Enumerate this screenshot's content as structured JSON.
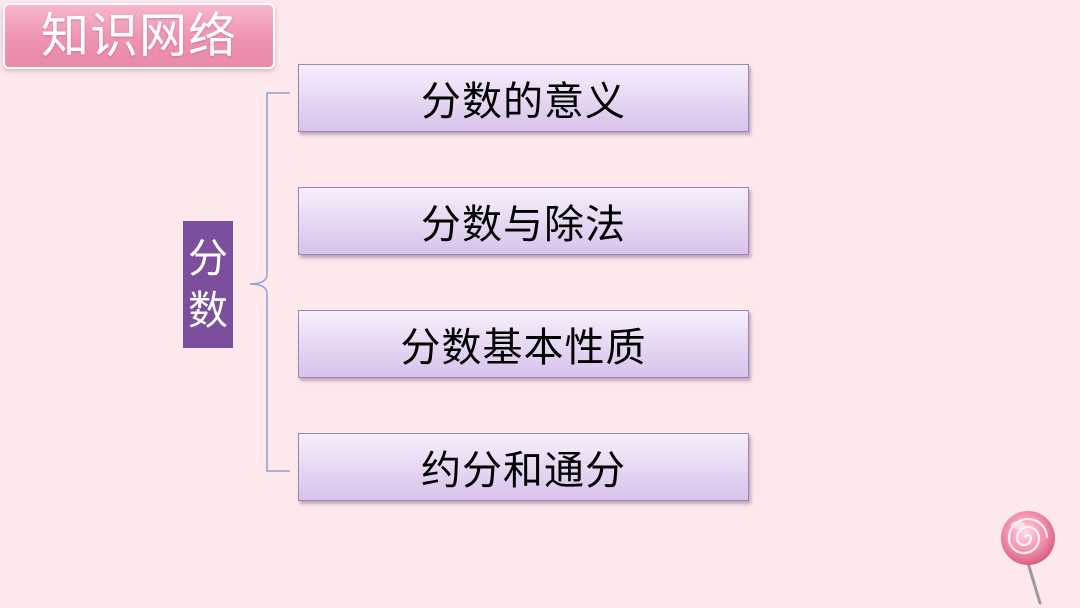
{
  "title": "知识网络",
  "root": {
    "chars": [
      "分",
      "数"
    ]
  },
  "nodes": [
    {
      "label": "分数的意义"
    },
    {
      "label": "分数与除法"
    },
    {
      "label": "分数基本性质"
    },
    {
      "label": "约分和通分"
    }
  ],
  "colors": {
    "background": "#fde8ec",
    "title_badge": "#ee93b1",
    "root_node": "#7b4f9e",
    "node_fill": "#e7d8f3",
    "brace_line": "#8fa3c8"
  },
  "decorations": {
    "corner_icon": "lollipop-icon"
  }
}
